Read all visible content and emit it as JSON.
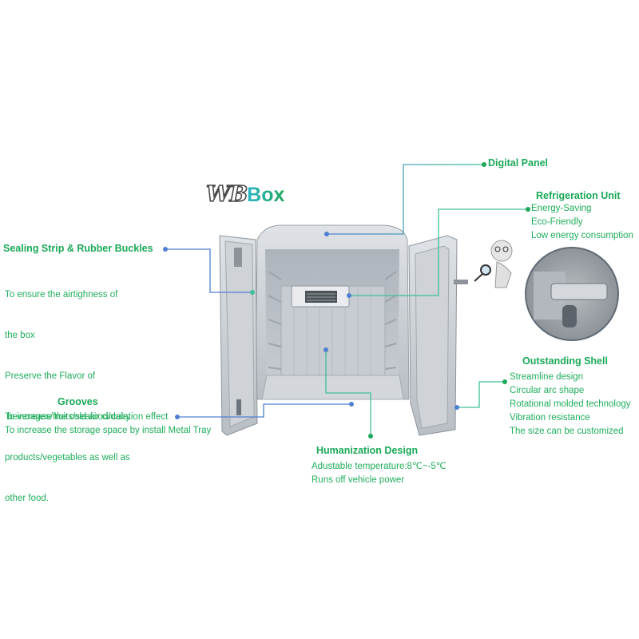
{
  "logo": {
    "part1": "WB",
    "part2": "Box"
  },
  "callouts": {
    "digital_panel": {
      "title": "Digital Panel"
    },
    "refrigeration_unit": {
      "title": "Refrigeration Unit",
      "lines": [
        "Energy-Saving",
        "Eco-Friendly",
        "Low energy consumption"
      ]
    },
    "sealing_strip": {
      "title": "Sealing Strip & Rubber Buckles",
      "lines": [
        "To ensure the airtighness of",
        "the box",
        "Preserve the Flavor of",
        " beverages/fruits/seafood/dairy",
        "products/vegetables as well as",
        "other food."
      ]
    },
    "outstanding_shell": {
      "title": "Outstanding Shell",
      "lines": [
        "Streamline design",
        "Circular arc shape",
        "Rotational molded technology",
        "Vibration resistance",
        "The size can be customized"
      ]
    },
    "grooves": {
      "title": "Grooves",
      "lines": [
        "To increase the cold air circulation effect",
        "To increase the storage space by install Metal Tray"
      ]
    },
    "humanization_design": {
      "title": "Humanization Design",
      "lines": [
        "Adustable temperature:8℃~-5℃",
        "Runs off vehicle power"
      ]
    }
  },
  "colors": {
    "accent_green": "#1aa957",
    "leader_blue": "#4f7fd1",
    "leader_teal": "#3fbf9a"
  }
}
